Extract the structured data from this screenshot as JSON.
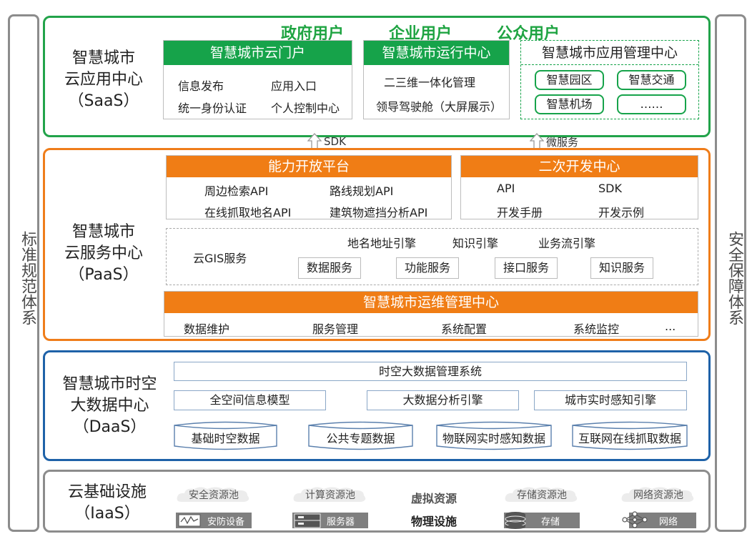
{
  "side": {
    "left": "标准规范体系",
    "right": "安全保障体系"
  },
  "users": [
    "政府用户",
    "企业用户",
    "公众用户"
  ],
  "saas": {
    "title_line1": "智慧城市",
    "title_line2": "云应用中心",
    "title_line3": "（SaaS）",
    "portal": {
      "title": "智慧城市云门户",
      "items": [
        "信息发布",
        "应用入口",
        "统一身份认证",
        "个人控制中心"
      ]
    },
    "ops": {
      "title": "智慧城市运行中心",
      "items": [
        "二三维一体化管理",
        "领导驾驶舱（大屏展示）"
      ]
    },
    "appmgr": {
      "title": "智慧城市应用管理中心",
      "items": [
        "智慧园区",
        "智慧交通",
        "智慧机场",
        "……"
      ]
    }
  },
  "arrows": {
    "sdk": "SDK",
    "micro": "微服务"
  },
  "paas": {
    "title_line1": "智慧城市",
    "title_line2": "云服务中心",
    "title_line3": "（PaaS）",
    "abilities": {
      "title": "能力开放平台",
      "items": [
        "周边检索API",
        "路线规划API",
        "在线抓取地名API",
        "建筑物遮挡分析API"
      ]
    },
    "secdev": {
      "title": "二次开发中心",
      "items": [
        "API",
        "SDK",
        "开发手册",
        "开发示例"
      ]
    },
    "gis": {
      "label": "云GIS服务",
      "engines": [
        "地名地址引擎",
        "知识引擎",
        "业务流引擎"
      ],
      "services": [
        "数据服务",
        "功能服务",
        "接口服务",
        "知识服务"
      ]
    },
    "opsmgr": {
      "title": "智慧城市运维管理中心",
      "items": [
        "数据维护",
        "服务管理",
        "系统配置",
        "系统监控",
        "..."
      ]
    }
  },
  "daas": {
    "title_line1": "智慧城市时空",
    "title_line2": "大数据中心",
    "title_line3": "（DaaS）",
    "mgmt": "时空大数据管理系统",
    "engines": [
      "全空间信息模型",
      "大数据分析引擎",
      "城市实时感知引擎"
    ],
    "data": [
      "基础时空数据",
      "公共专题数据",
      "物联网实时感知数据",
      "互联网在线抓取数据"
    ]
  },
  "iaas": {
    "title_line1": "云基础设施",
    "title_line2": "（IaaS）",
    "pools": [
      "安全资源池",
      "计算资源池",
      "存储资源池",
      "网络资源池"
    ],
    "virtual": "虚拟资源",
    "physical": "物理设施",
    "devices": [
      "安防设备",
      "服务器",
      "存储",
      "网络"
    ]
  },
  "colors": {
    "saas": "#22a34a",
    "paas": "#ef7d1a",
    "daas": "#1e62a8",
    "iaas": "#8c8c8c"
  }
}
